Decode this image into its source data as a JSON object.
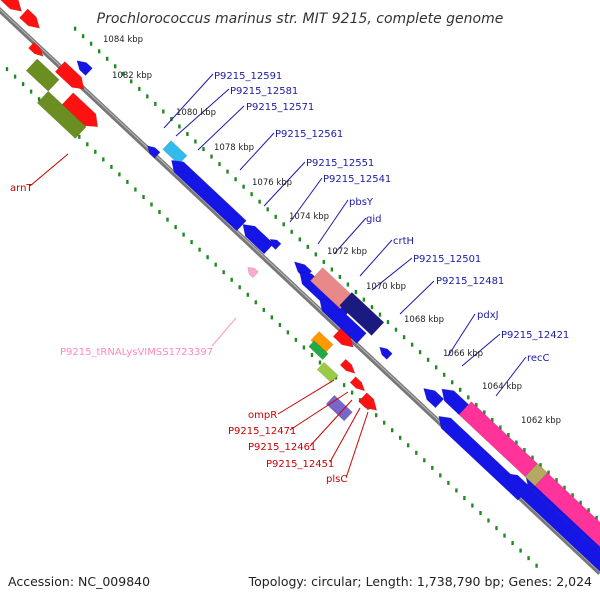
{
  "title": "Prochlorococcus marinus str. MIT 9215, complete genome",
  "footer": {
    "accession": "Accession: NC_009840",
    "summary": "Topology: circular; Length: 1,738,790 bp; Genes: 2,024"
  },
  "colors": {
    "forward_cds": "#ff1111",
    "reverse_cds": "#1515e6",
    "selected_gene": "#ff3399",
    "highlight_gene": "#6b8e23",
    "trna": "#ffaacc",
    "axis": "#777777",
    "tick_dots": "#1f8a1f"
  },
  "kbp_ticks": [
    "1084 kbp",
    "1082 kbp",
    "1080 kbp",
    "1078 kbp",
    "1076 kbp",
    "1074 kbp",
    "1072 kbp",
    "1070 kbp",
    "1068 kbp",
    "1066 kbp",
    "1064 kbp",
    "1062 kbp"
  ],
  "reverse_labels": [
    "P9215_12591",
    "P9215_12581",
    "P9215_12571",
    "P9215_12561",
    "P9215_12551",
    "P9215_12541",
    "pbsY",
    "gid",
    "crtH",
    "P9215_12501",
    "P9215_12481",
    "pdxJ",
    "P9215_12421",
    "recC"
  ],
  "forward_labels": [
    "arnT",
    "ompR",
    "P9215_12471",
    "P9215_12461",
    "P9215_12451",
    "plsC"
  ],
  "trna_label": "P9215_tRNALysVIMSS1723397"
}
